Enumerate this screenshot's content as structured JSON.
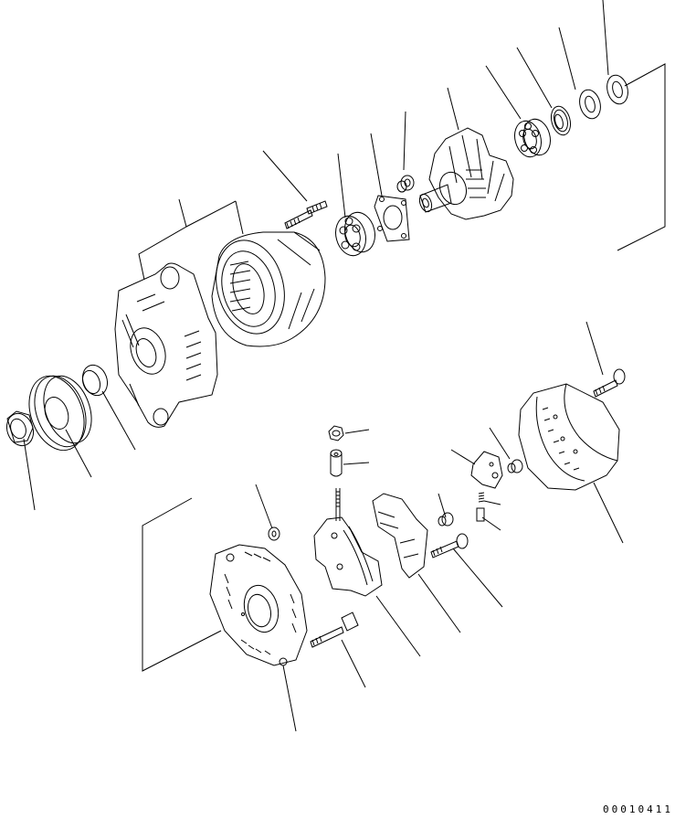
{
  "diagram": {
    "type": "exploded parts diagram",
    "subject": "alternator",
    "figure_id": "00010411",
    "line_color": "#000000",
    "background": "#ffffff",
    "parts": [
      {
        "name": "pulley-nut",
        "icon": "hex-nut"
      },
      {
        "name": "pulley",
        "icon": "pulley"
      },
      {
        "name": "spacer",
        "icon": "collar"
      },
      {
        "name": "front-frame",
        "icon": "housing"
      },
      {
        "name": "stator",
        "icon": "stator-coil"
      },
      {
        "name": "through-stud",
        "icon": "stud-bolt"
      },
      {
        "name": "front-bearing",
        "icon": "ball-bearing"
      },
      {
        "name": "bearing-retainer-plate",
        "icon": "plate"
      },
      {
        "name": "retainer-screw",
        "icon": "screw"
      },
      {
        "name": "rotor",
        "icon": "rotor"
      },
      {
        "name": "rear-bearing",
        "icon": "ball-bearing"
      },
      {
        "name": "bearing-seal",
        "icon": "ring"
      },
      {
        "name": "washer-1",
        "icon": "washer"
      },
      {
        "name": "washer-2",
        "icon": "washer"
      },
      {
        "name": "rear-cover-bolt",
        "icon": "bolt"
      },
      {
        "name": "rear-cover",
        "icon": "cover"
      },
      {
        "name": "terminal-nut",
        "icon": "hex-nut"
      },
      {
        "name": "terminal-insulator",
        "icon": "bushing"
      },
      {
        "name": "brush-holder",
        "icon": "holder"
      },
      {
        "name": "brush-spring",
        "icon": "spring"
      },
      {
        "name": "brush",
        "icon": "brush"
      },
      {
        "name": "brush-screw",
        "icon": "screw"
      },
      {
        "name": "regulator-screw",
        "icon": "screw"
      },
      {
        "name": "regulator",
        "icon": "regulator"
      },
      {
        "name": "regulator-bolt",
        "icon": "bolt"
      },
      {
        "name": "rectifier",
        "icon": "rectifier"
      },
      {
        "name": "rear-frame-nut",
        "icon": "nut"
      },
      {
        "name": "rear-frame",
        "icon": "housing"
      },
      {
        "name": "frame-bolt",
        "icon": "bolt"
      }
    ]
  }
}
